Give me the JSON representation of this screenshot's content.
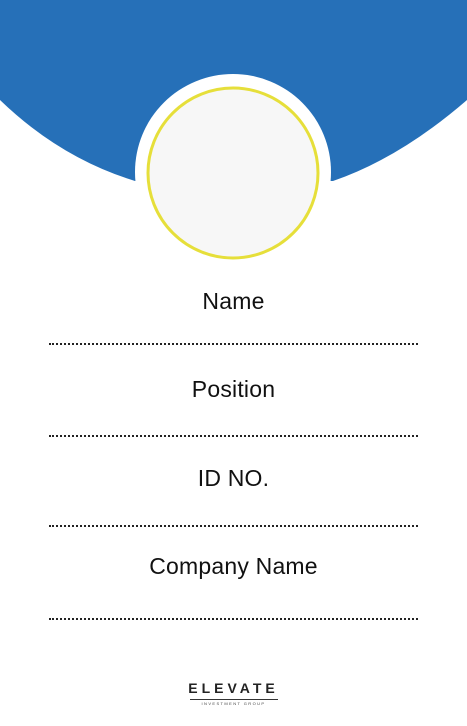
{
  "colors": {
    "header_blue": "#2670b8",
    "photo_ring": "#e6df3a",
    "photo_fill": "#f7f7f7"
  },
  "fields": {
    "name": "Name",
    "position": "Position",
    "id_no": "ID NO.",
    "company_name": "Company Name"
  },
  "logo": {
    "word": "ELEVATE",
    "subtitle": "INVESTMENT GROUP"
  }
}
